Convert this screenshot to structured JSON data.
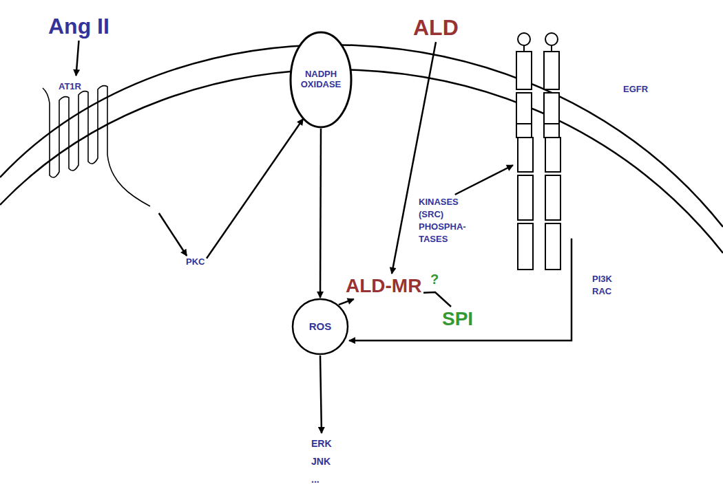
{
  "diagram": {
    "nodes": [
      {
        "text": [
          "Ang II"
        ]
      },
      {
        "text": [
          "AT1R"
        ]
      },
      {
        "text": [
          "NADPH OXIDASE"
        ]
      },
      {
        "text": [
          "ALD"
        ]
      },
      {
        "text": [
          "EGFR"
        ]
      },
      {
        "text": [
          "PKC"
        ]
      },
      {
        "text": [
          "KINASES (SRC) PHOSPHA- TASES"
        ]
      },
      {
        "text": [
          "ALD-MR"
        ]
      },
      {
        "text": [
          "SPI"
        ]
      },
      {
        "text": [
          "ROS"
        ]
      },
      {
        "text": [
          "ERK JNK ..."
        ]
      }
    ],
    "edges": [
      {
        "from": 0,
        "to": 1,
        "arrow": "to"
      },
      {
        "from": 1,
        "to": 5,
        "arrow": "to"
      },
      {
        "from": 5,
        "to": 2,
        "arrow": "to"
      },
      {
        "from": 2,
        "to": 9,
        "arrow": "to"
      },
      {
        "from": 3,
        "to": 7,
        "arrow": "to"
      },
      {
        "from": 9,
        "to": 7,
        "arrow": "to"
      },
      {
        "from": 6,
        "to": 4,
        "arrow": "to"
      },
      {
        "from": 4,
        "to": 9,
        "arrow": "to",
        "label": "PI3K RAC"
      },
      {
        "from": 9,
        "to": 10,
        "arrow": "to"
      },
      {
        "from": 8,
        "to": 7,
        "arrow": "none",
        "label": "?"
      }
    ]
  }
}
